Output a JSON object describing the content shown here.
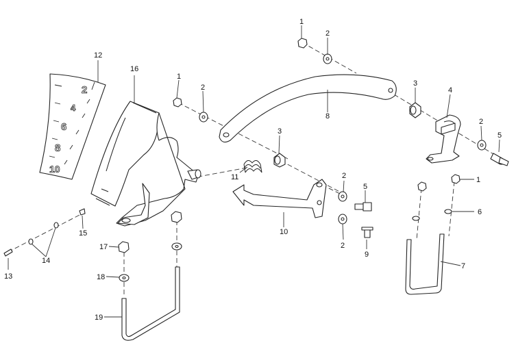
{
  "callouts": {
    "c1a": "1",
    "c2a": "2",
    "c1b": "1",
    "c2b": "2",
    "c3a": "3",
    "c4": "4",
    "c2c": "2",
    "c5a": "5",
    "c3b": "3",
    "c8": "8",
    "c12": "12",
    "c16": "16",
    "c11": "11",
    "c10": "10",
    "c2d": "2",
    "c5b": "5",
    "c2e": "2",
    "c9": "9",
    "c1c": "1",
    "c6": "6",
    "c7": "7",
    "c15": "15",
    "c14": "14",
    "c13": "13",
    "c17": "17",
    "c18": "18",
    "c19": "19"
  },
  "scale_labels": [
    "2",
    "4",
    "6",
    "8",
    "10"
  ]
}
